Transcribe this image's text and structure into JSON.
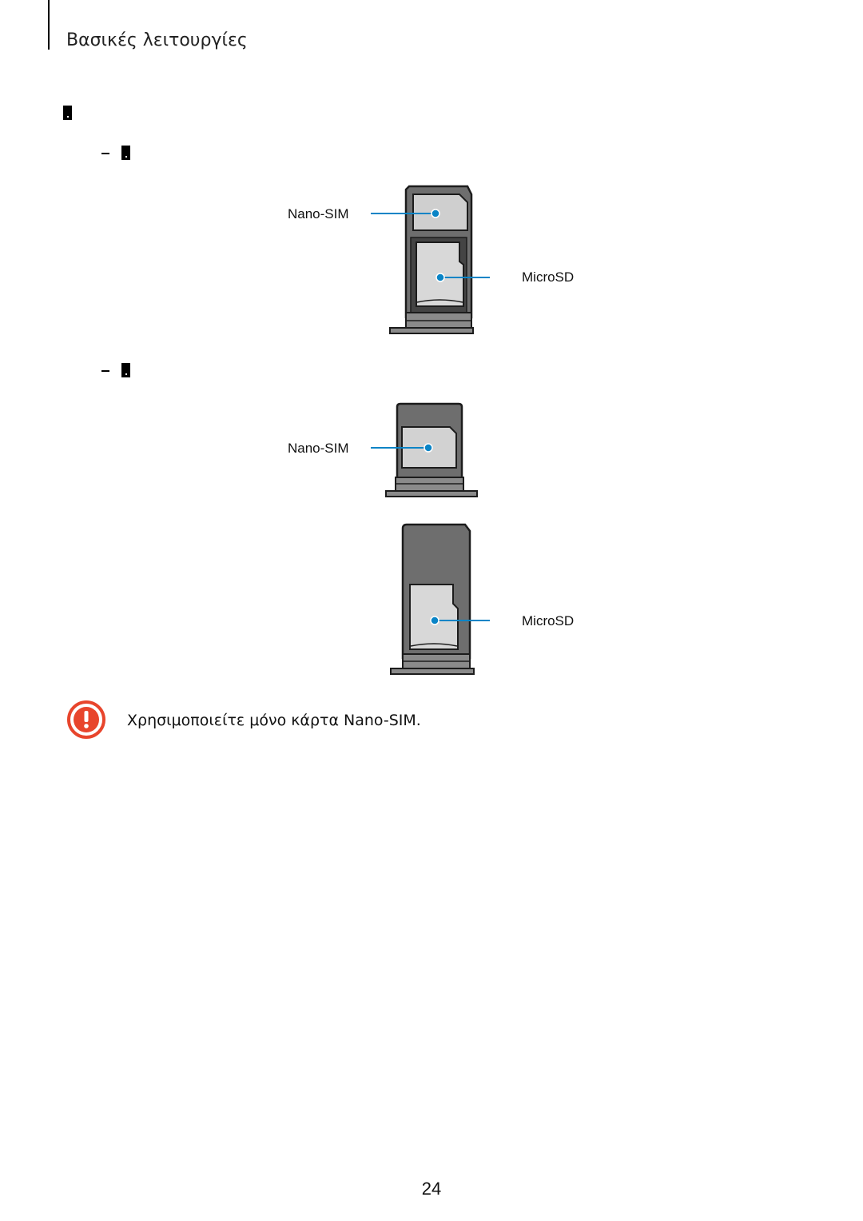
{
  "header": {
    "title": "Βασικές λειτουργίες"
  },
  "diagrams": {
    "top": {
      "nano_label": "Nano-SIM",
      "micro_label": "MicroSD"
    },
    "middle": {
      "nano_label": "Nano-SIM"
    },
    "bottom": {
      "micro_label": "MicroSD"
    }
  },
  "caution": {
    "icon": "caution-icon",
    "text": "Χρησιμοποιείτε μόνο κάρτα Nano-SIM."
  },
  "footer": {
    "page_number": "24"
  },
  "colors": {
    "accent": "#0a84c6",
    "caution": "#e8452c",
    "tray": "#6e6e6e",
    "card": "#d8d8d8"
  }
}
